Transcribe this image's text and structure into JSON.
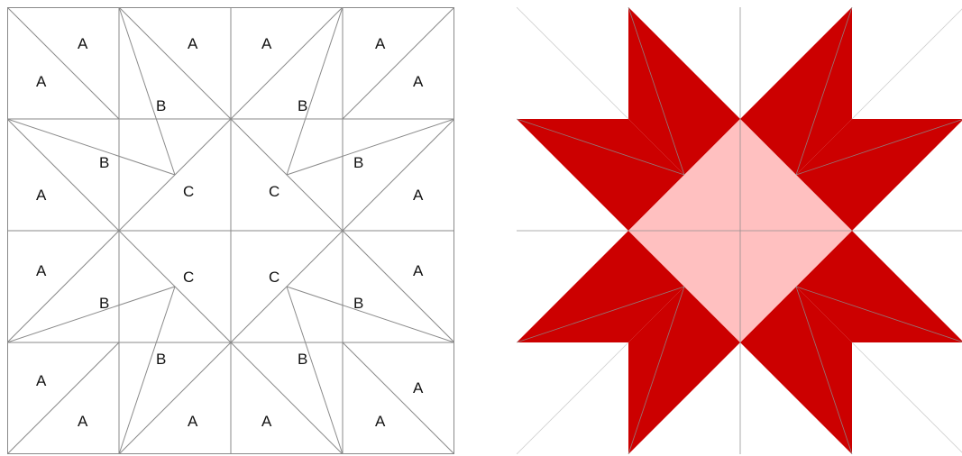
{
  "colors": {
    "background": "#ffffff",
    "line": "#8a8a8a",
    "star_red": "#cc0000",
    "center_pink": "#ffc0c0"
  },
  "labeled_diagram": {
    "labels": {
      "r1c1_top": "A",
      "r1c1_left": "A",
      "r1c2_top": "A",
      "r1c2_b": "B",
      "r1c3_top": "A",
      "r1c3_b": "B",
      "r1c4_top": "A",
      "r1c4_right": "A",
      "r2c1_b": "B",
      "r2c1_a": "A",
      "r2c2_c": "C",
      "r2c3_c": "C",
      "r2c4_b": "B",
      "r2c4_a": "A",
      "r3c1_a": "A",
      "r3c1_b": "B",
      "r3c2_c": "C",
      "r3c3_c": "C",
      "r3c4_a": "A",
      "r3c4_b": "B",
      "r4c1_left": "A",
      "r4c1_bottom": "A",
      "r4c2_b": "B",
      "r4c2_bottom": "A",
      "r4c3_b": "B",
      "r4c3_bottom": "A",
      "r4c4_right": "A",
      "r4c4_bottom": "A"
    }
  }
}
